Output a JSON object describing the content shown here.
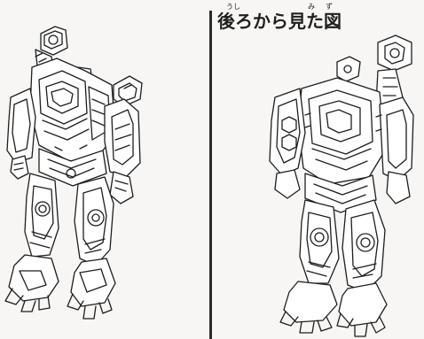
{
  "caption": {
    "title": "後ろから見た図",
    "ruby": [
      "うし",
      "み",
      "ず"
    ]
  },
  "colors": {
    "line": "#1e1e1e",
    "paper": "#f7f6f4"
  },
  "figures": {
    "front": {
      "icon": "robot-front-view-illustration"
    },
    "back": {
      "icon": "robot-back-view-illustration"
    }
  }
}
